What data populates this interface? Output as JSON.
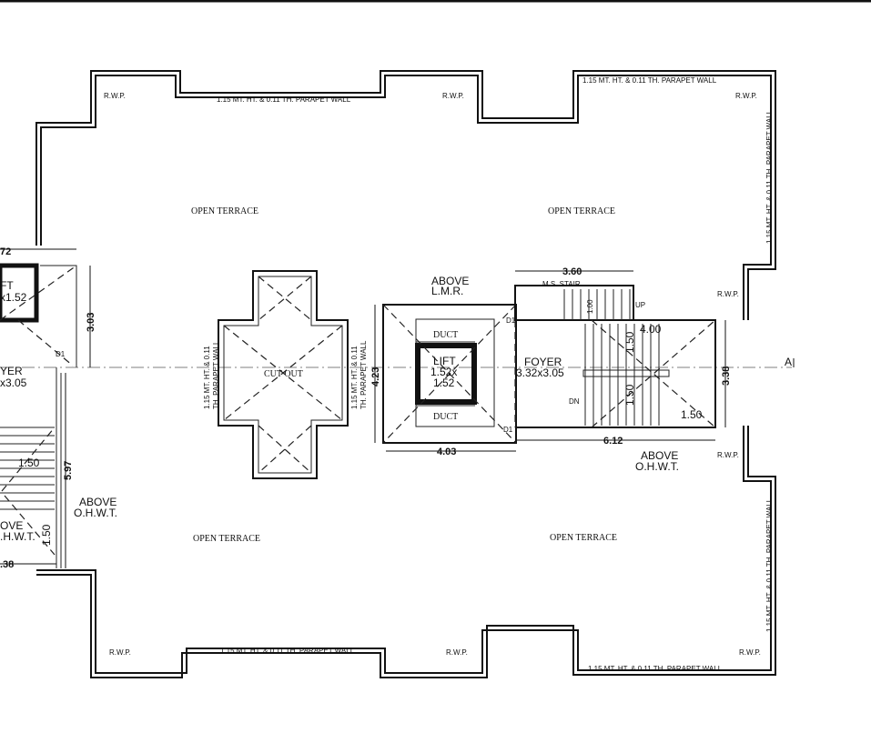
{
  "terrace_labels": [
    "OPEN TERRACE",
    "OPEN TERRACE",
    "OPEN TERRACE",
    "OPEN TERRACE"
  ],
  "parapet_label": "1.15 MT. HT. & 0.11 TH. PARAPET WALL",
  "parapet_label_line1": "1.15 MT. HT. & 0.11",
  "parapet_label_line2": "TH. PARAPET WALL",
  "rwp": "R.W.P.",
  "cut_out": "CUT OUT",
  "duct": "DUCT",
  "lift": {
    "line1": "LIFT",
    "line2": "1.52x",
    "line3": "1.52"
  },
  "foyer": {
    "name": "FOYER",
    "size": "3.32x3.05"
  },
  "stair": "M.S. STAIR",
  "up": "UP",
  "dn": "DN",
  "above_lmr": {
    "line1": "ABOVE",
    "line2": "L.M.R."
  },
  "above_ohwt": {
    "line1": "ABOVE",
    "line2": "O.H.W.T."
  },
  "door": "D1",
  "section_mark": "A",
  "dims": {
    "stair_width": "3.60",
    "stair_run": "1.00",
    "flight": "4.00",
    "flight_a": "1.50",
    "flight_b": "1.50",
    "landing": "1.50",
    "depth": "3.38",
    "core_depth": "4.23",
    "core_width": "4.03",
    "total_width": "6.12"
  },
  "left_partial": {
    "dim_top": "72",
    "lift": "FT",
    "lift_size": "x1.52",
    "dim_303": "3.03",
    "foyer": "YER",
    "foyer_size": "x3.05",
    "dim_597": "5.97",
    "dim_150a": "1.50",
    "dim_150b": "1.50",
    "above": "ABOVE",
    "ohwt": "O.H.W.T.",
    "ove": "OVE",
    "hwt": ".H.W.T.",
    "dim_38": ".38"
  }
}
